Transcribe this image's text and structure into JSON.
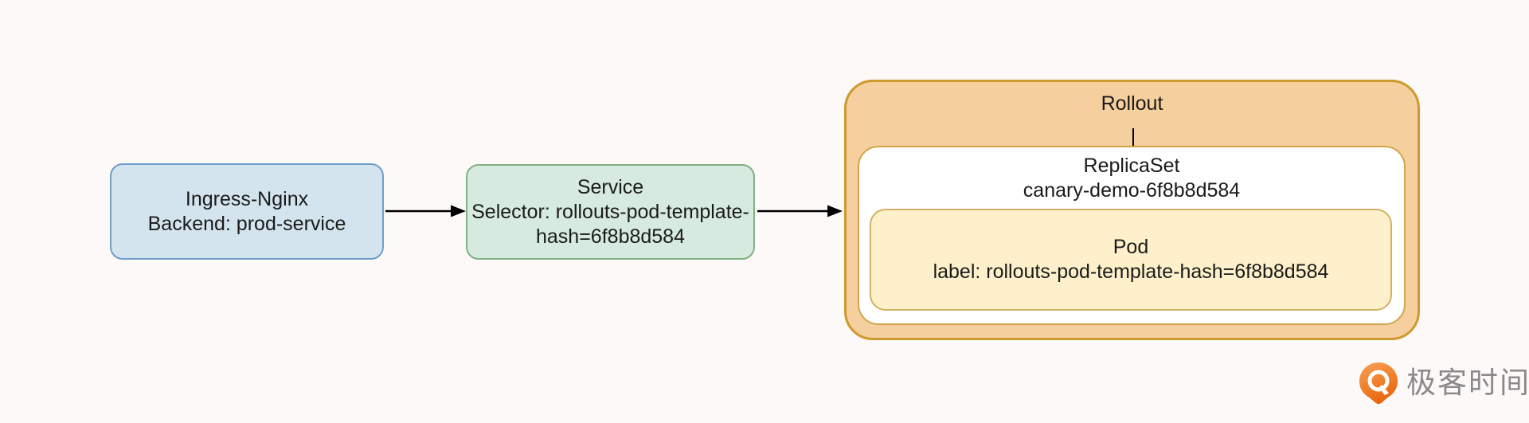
{
  "page": {
    "background": "#fdf9f8",
    "text_color": "#1a1a1a"
  },
  "nodes": {
    "ingress": {
      "lines": [
        "Ingress-Nginx",
        "Backend: prod-service"
      ],
      "fill": "#d3e4ee",
      "stroke": "#6e9ecb"
    },
    "service": {
      "lines": [
        "Service",
        "Selector: rollouts-pod-template-",
        "hash=6f8b8d584"
      ],
      "fill": "#d7eadf",
      "stroke": "#7fb181"
    },
    "rollout": {
      "title": "Rollout",
      "fill": "#f5cf9d",
      "stroke": "#cc9a2d"
    },
    "replicaset": {
      "lines": [
        "ReplicaSet",
        "canary-demo-6f8b8d584"
      ],
      "fill": "#ffffff",
      "stroke": "#d0a649"
    },
    "pod": {
      "lines": [
        "Pod",
        "label: rollouts-pod-template-hash=6f8b8d584"
      ],
      "fill": "#fdf0ca",
      "stroke": "#d2b264"
    }
  },
  "arrows": {
    "color": "#000000"
  },
  "branding": {
    "logo_text": "极客时间",
    "logo_color_top": "#f8a155",
    "logo_color_bottom": "#e9680f",
    "text_color": "#8a8a8a"
  }
}
